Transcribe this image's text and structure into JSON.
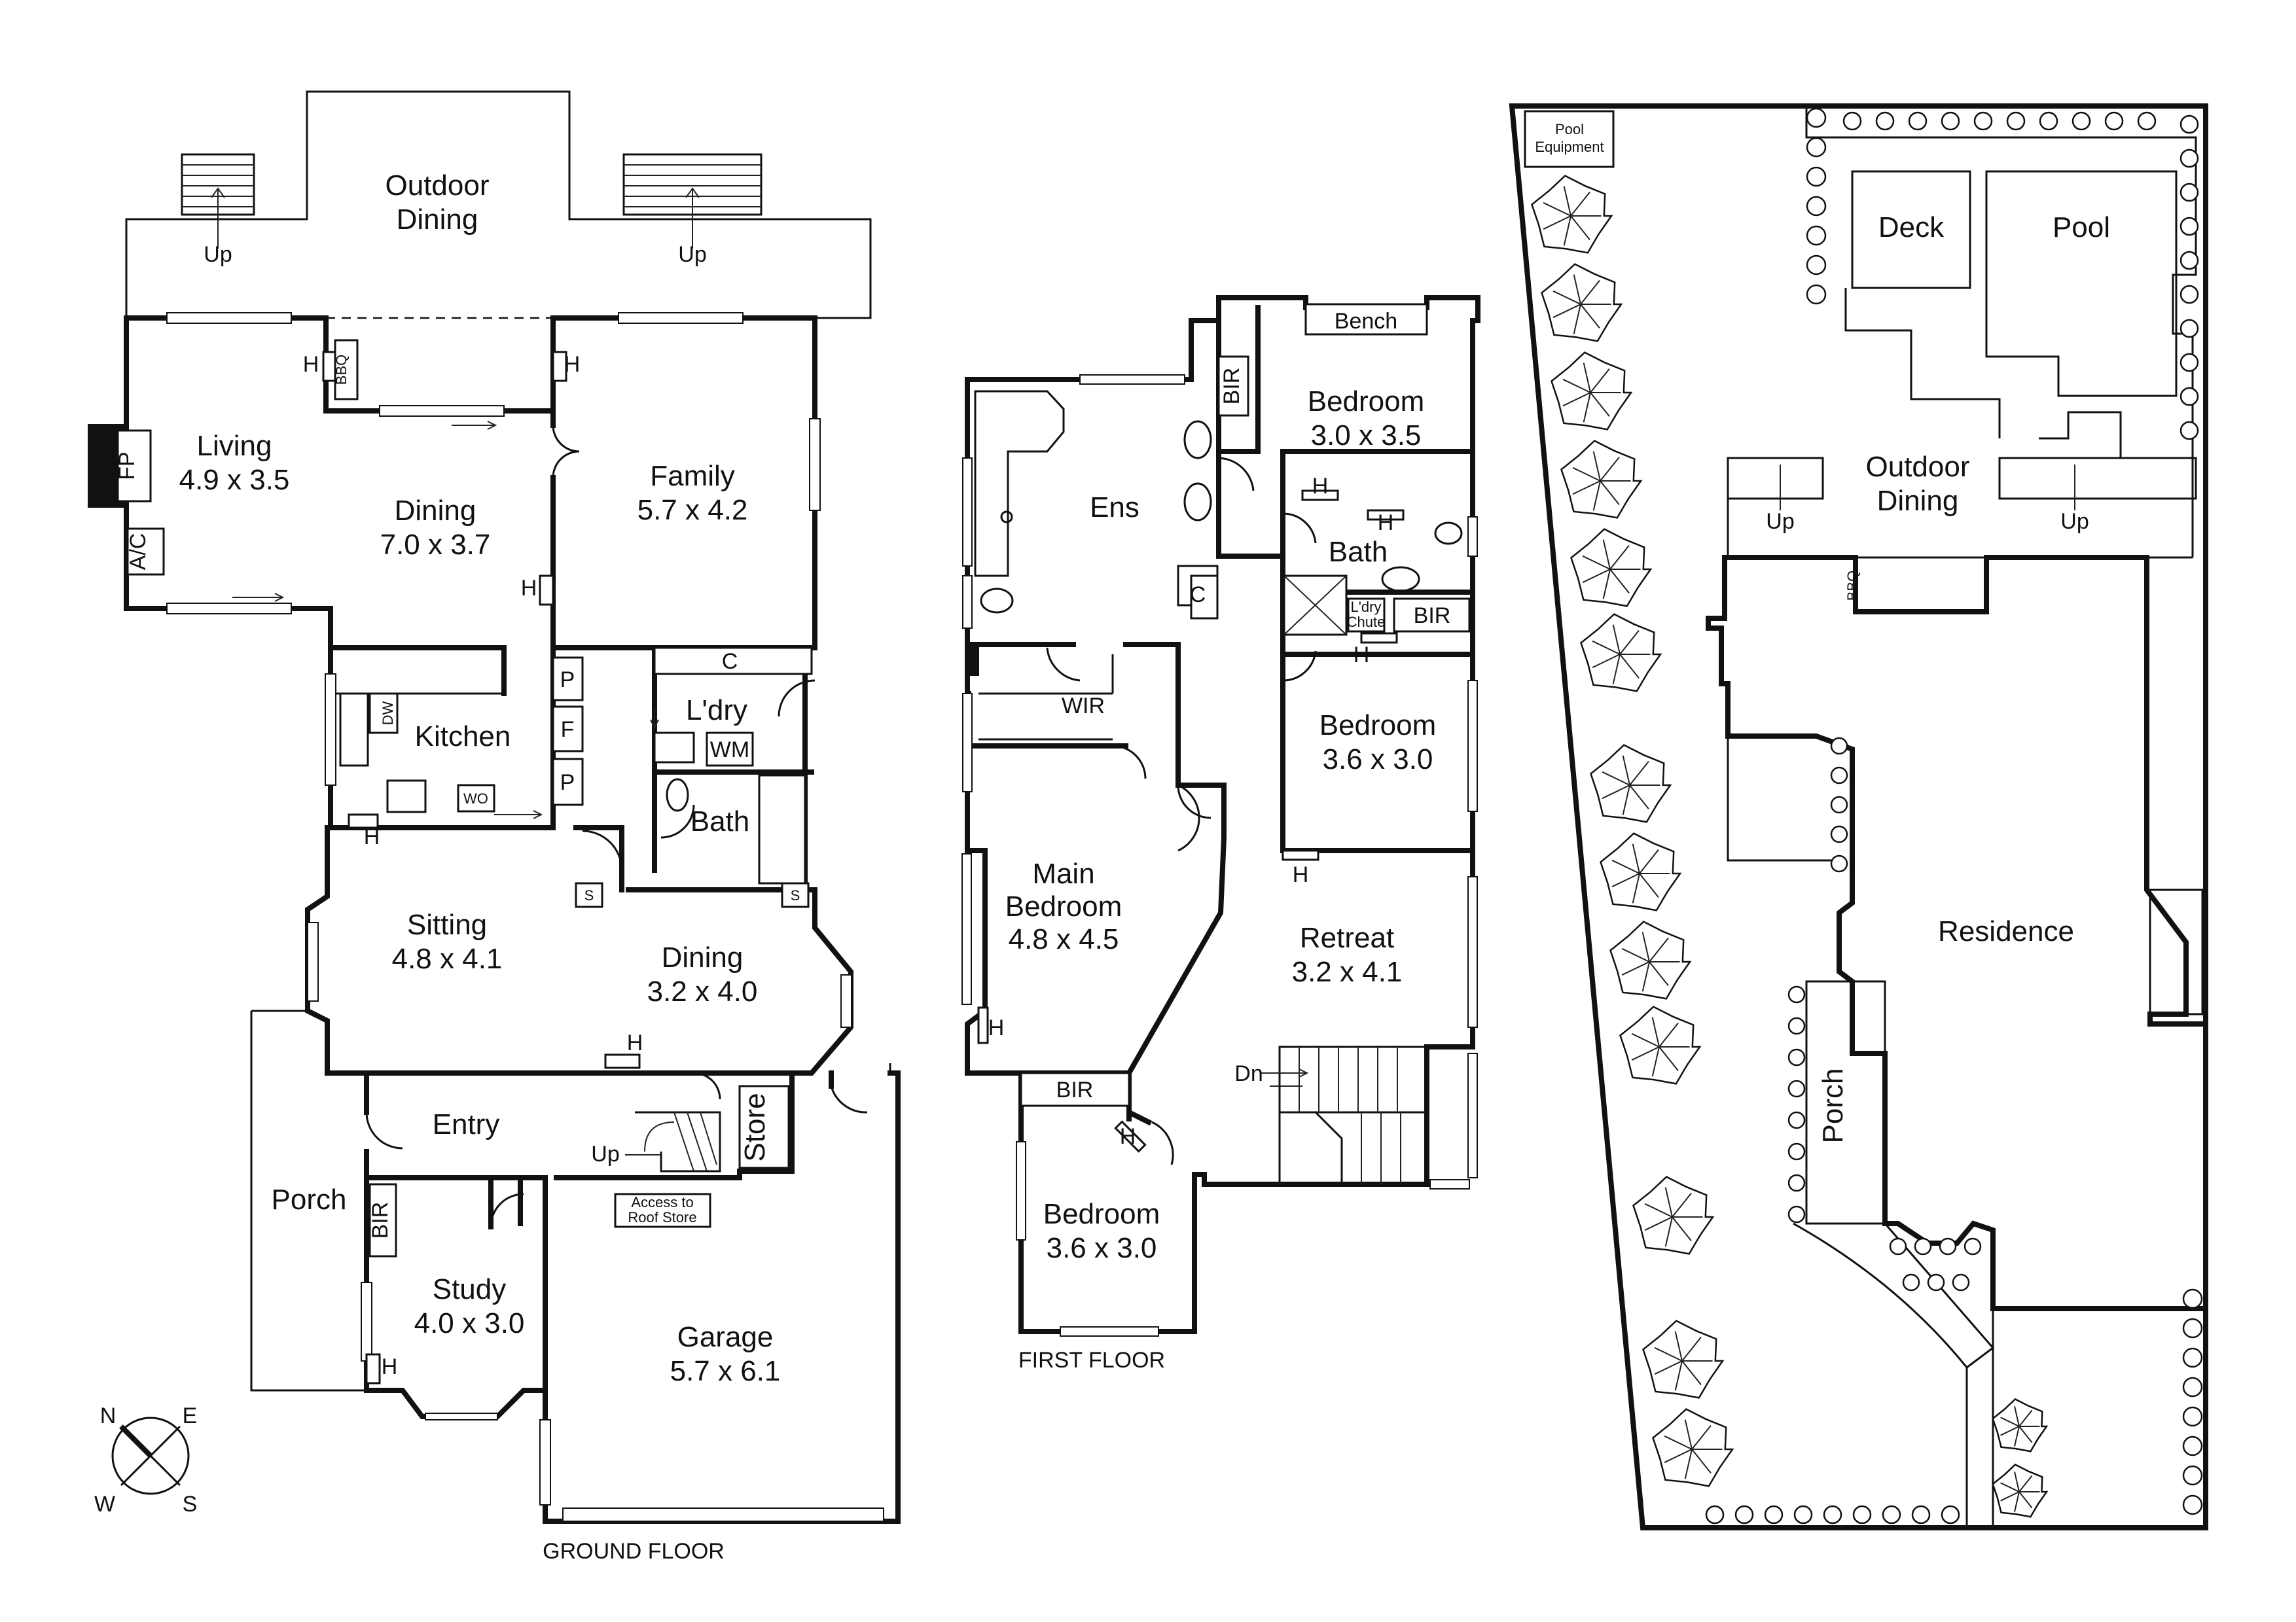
{
  "ground_floor": {
    "caption": "GROUND FLOOR",
    "rooms": {
      "outdoor_dining_1": "Outdoor",
      "outdoor_dining_2": "Dining",
      "living_1": "Living",
      "living_2": "4.9 x 3.5",
      "dining_top_1": "Dining",
      "dining_top_2": "7.0 x 3.7",
      "family_1": "Family",
      "family_2": "5.7 x 4.2",
      "kitchen": "Kitchen",
      "laundry": "L'dry",
      "bath": "Bath",
      "sitting_1": "Sitting",
      "sitting_2": "4.8 x 4.1",
      "dining_bottom_1": "Dining",
      "dining_bottom_2": "3.2 x 4.0",
      "entry": "Entry",
      "store": "Store",
      "porch": "Porch",
      "study_1": "Study",
      "study_2": "4.0 x 3.0",
      "garage_1": "Garage",
      "garage_2": "5.7 x 6.1"
    },
    "fixtures": {
      "up": "Up",
      "bbq": "BBQ",
      "h": "H",
      "fp": "FP",
      "ac": "A/C",
      "p": "P",
      "f": "F",
      "c": "C",
      "dw": "DW",
      "wo": "WO",
      "wm": "WM",
      "s": "S",
      "bir": "BIR",
      "roof_access_1": "Access to",
      "roof_access_2": "Roof Store"
    }
  },
  "first_floor": {
    "caption": "FIRST FLOOR",
    "rooms": {
      "bench": "Bench",
      "bed_a_1": "Bedroom",
      "bed_a_2": "3.0 x 3.5",
      "ens": "Ens",
      "bath": "Bath",
      "laundry_chute_1": "L'dry",
      "laundry_chute_2": "Chute",
      "bed_b_1": "Bedroom",
      "bed_b_2": "3.6 x 3.0",
      "wir": "WIR",
      "main_1": "Main",
      "main_2": "Bedroom",
      "main_3": "4.8 x 4.5",
      "retreat_1": "Retreat",
      "retreat_2": "3.2 x 4.1",
      "bed_c_1": "Bedroom",
      "bed_c_2": "3.6 x 3.0"
    },
    "fixtures": {
      "bir": "BIR",
      "c": "C",
      "h": "H",
      "dn": "Dn"
    }
  },
  "site_plan": {
    "pool_equipment_1": "Pool",
    "pool_equipment_2": "Equipment",
    "deck": "Deck",
    "pool": "Pool",
    "outdoor_dining_1": "Outdoor",
    "outdoor_dining_2": "Dining",
    "up": "Up",
    "bbq": "BBQ",
    "residence": "Residence",
    "porch": "Porch"
  },
  "compass": {
    "n": "N",
    "e": "E",
    "w": "W",
    "s": "S"
  }
}
